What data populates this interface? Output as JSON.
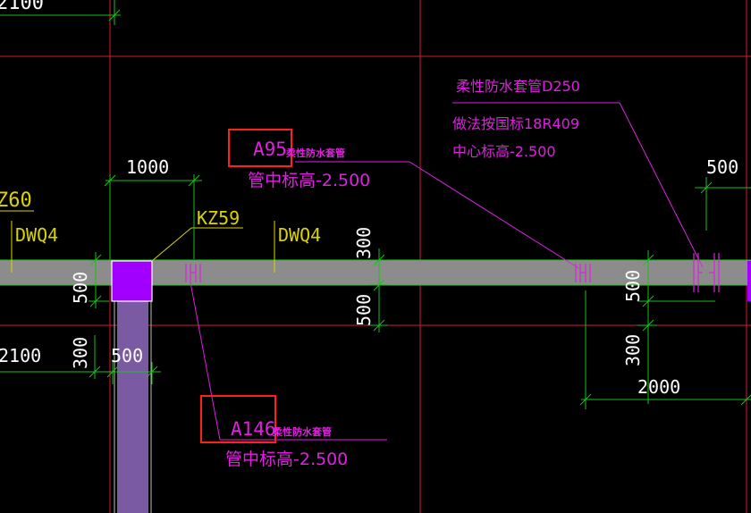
{
  "colors": {
    "background": "#000000",
    "axis": "#d4202a",
    "wall": "#8c8c8c",
    "wall_edge": "#27c627",
    "column": "#a100ff",
    "column_edge": "#ffffff",
    "column_lower": "#7a5aa2",
    "dimension": "#18c418",
    "dim_text": "#ffffff",
    "label_yellow": "#dcd400",
    "magenta": "#e020e0",
    "highlight_box": "#ff1f1f"
  },
  "labels": {
    "wall_left": "DWQ4",
    "wall_right": "DWQ4",
    "column_id": "KZ59",
    "z_partial": "Z60",
    "tag_a95": "A95",
    "tag_a146": "A146",
    "sleeve_type": "柔性防水套管",
    "pipe_center": "管中标高-2.500",
    "sleeve_d250": "柔性防水套管D250",
    "atlas_ref": "做法按国标18R409",
    "center_elev": "中心标高-2.500",
    "top_left_partial": "2100"
  },
  "dims": {
    "d1000": "1000",
    "d500_top_right": "500",
    "d300_mid": "300",
    "d500_mid_lower": "500",
    "d500_left_vert": "500",
    "d300_left_vert": "300",
    "d500_left_horiz": "500",
    "d2100_left": "2100",
    "d500_right_vert": "500",
    "d300_right_vert": "300",
    "d2000_right": "2000"
  }
}
